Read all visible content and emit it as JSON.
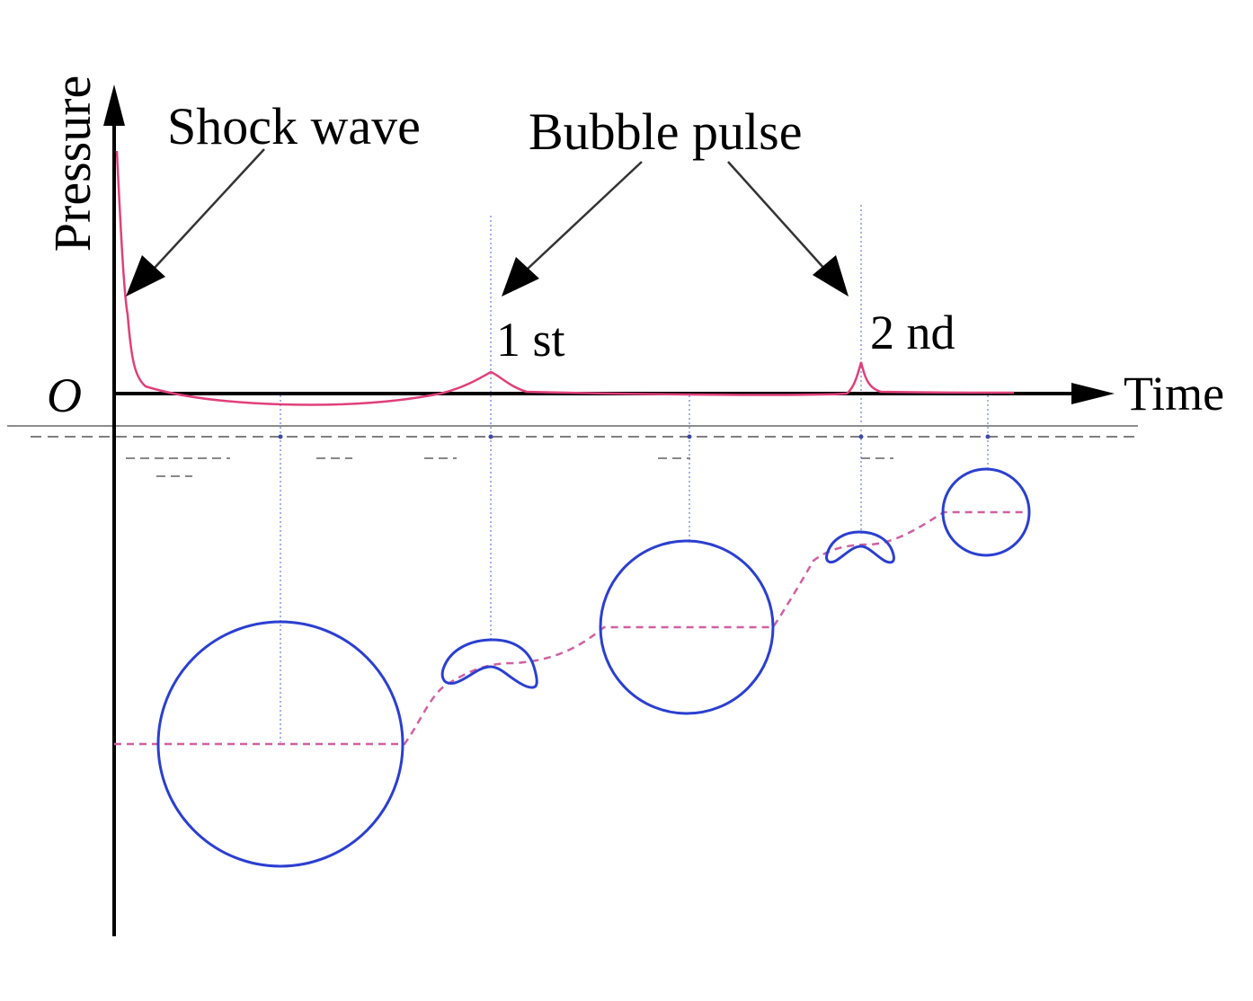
{
  "labels": {
    "y_axis": "Pressure",
    "x_axis": "Time",
    "origin": "O",
    "shock_wave": "Shock wave",
    "bubble_pulse": "Bubble pulse",
    "first_pulse": "1 st",
    "second_pulse": "2 nd"
  },
  "colors": {
    "axis": "#000000",
    "pressure_curve": "#e0407a",
    "bubble": "#2b3fd0",
    "center_path": "#d060a0",
    "guide_line": "#8a96e8",
    "water_surface": "#8c8c8c",
    "arrow": "#333333"
  }
}
